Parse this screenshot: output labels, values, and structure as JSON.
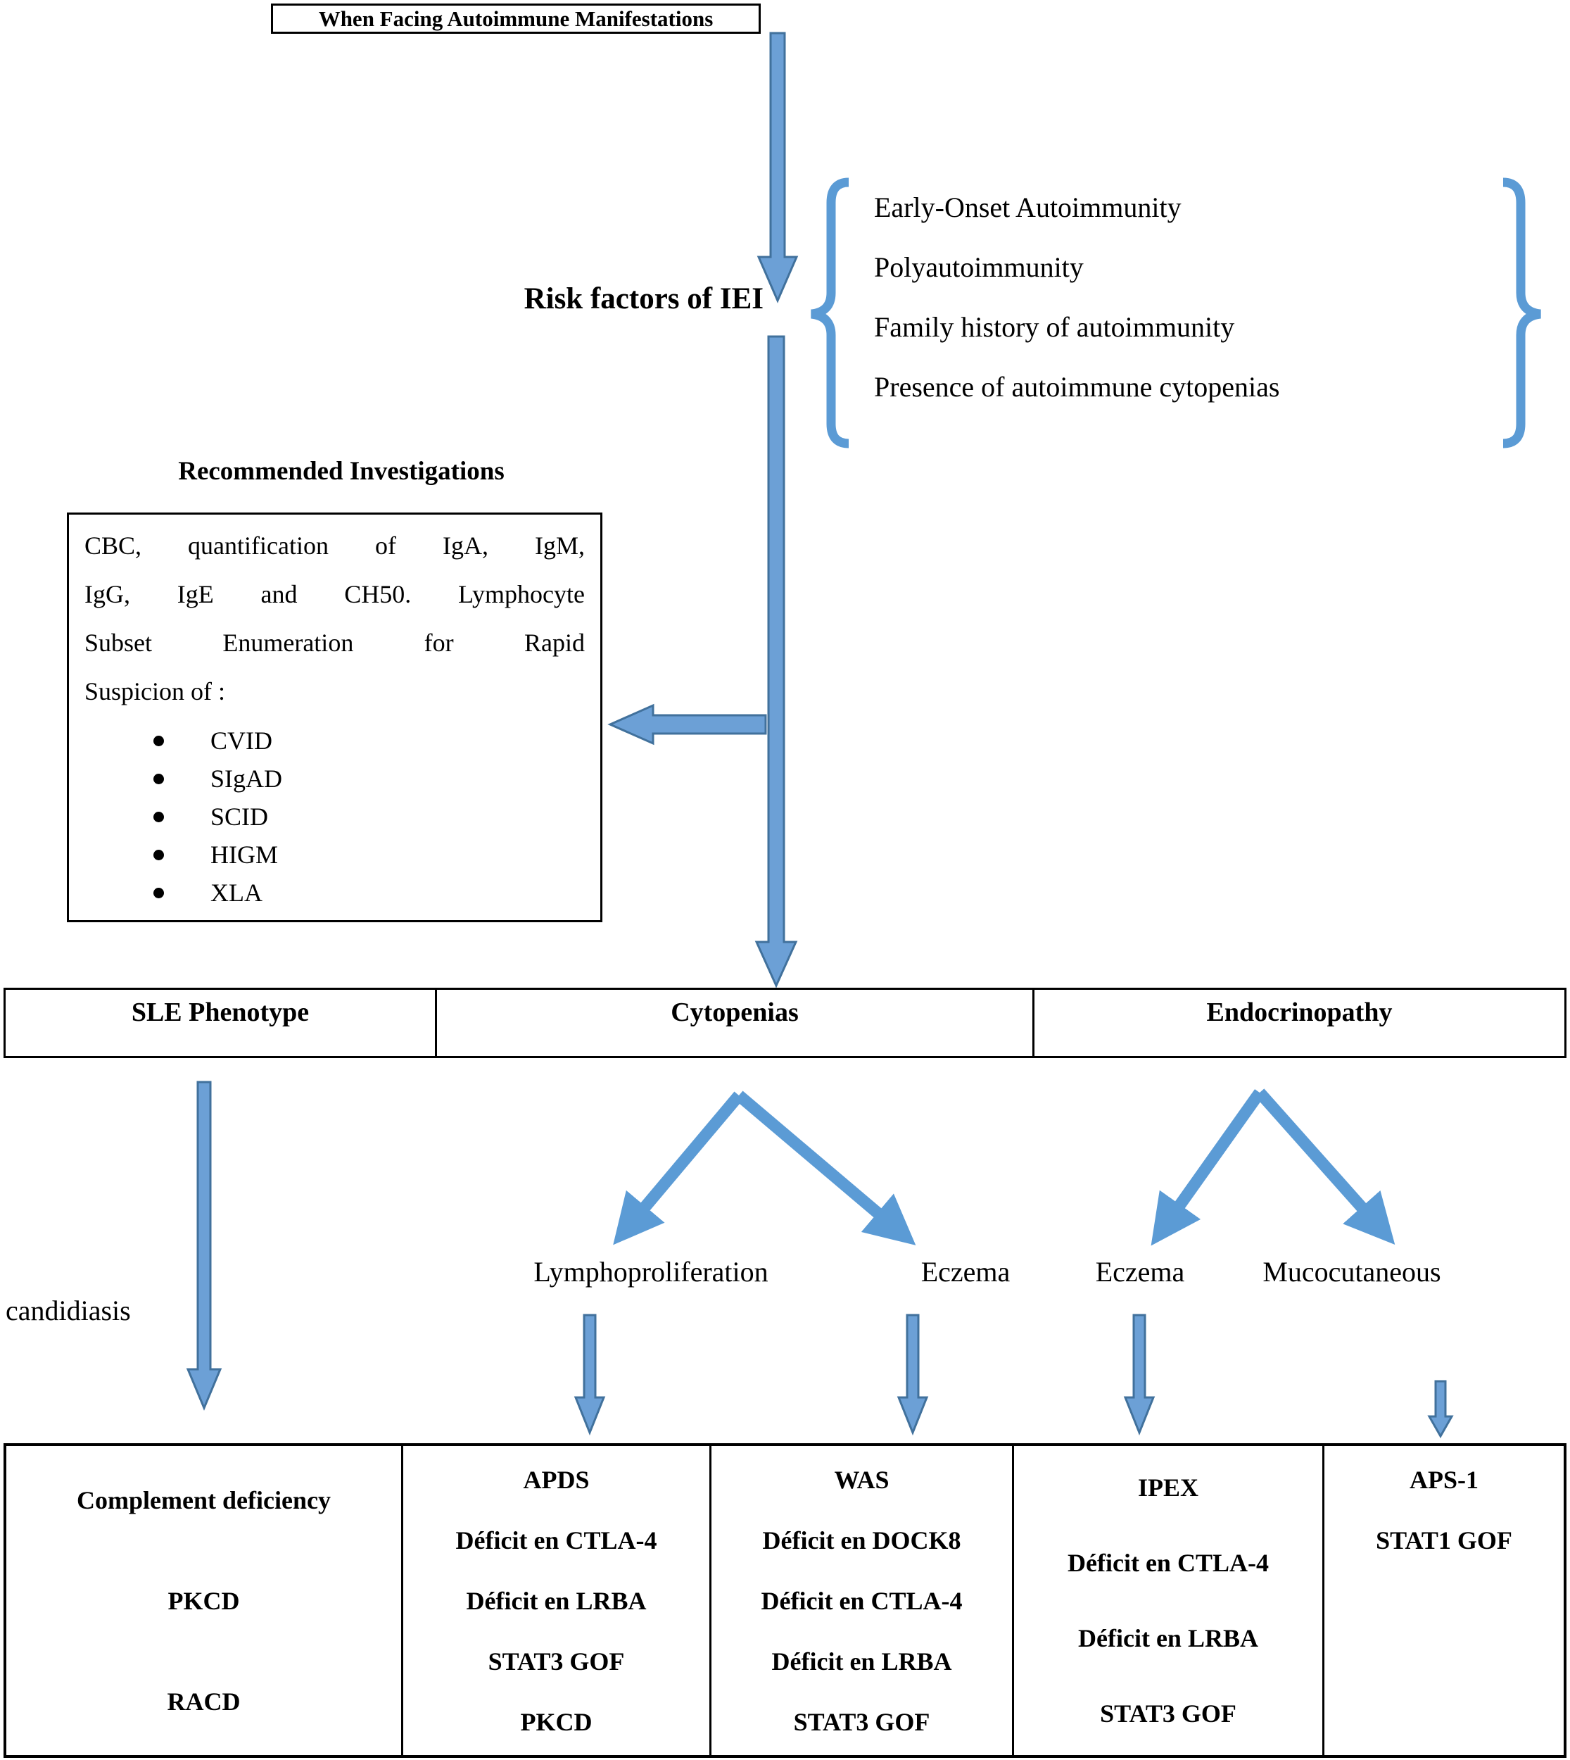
{
  "title": "When Facing Autoimmune Manifestations",
  "risk": {
    "label": "Risk factors of IEI",
    "factors": [
      "Early-Onset Autoimmunity",
      "Polyautoimmunity",
      "Family history of autoimmunity",
      "Presence of autoimmune cytopenias"
    ]
  },
  "investigations": {
    "heading": "Recommended Investigations",
    "lines": [
      "CBC, quantification of IgA, IgM,",
      "IgG, IgE and CH50. Lymphocyte",
      "Subset Enumeration for Rapid",
      "Suspicion of :"
    ],
    "bullets": [
      "CVID",
      "SIgAD",
      "SCID",
      "HIGM",
      "XLA"
    ]
  },
  "categories": [
    "SLE Phenotype",
    "Cytopenias",
    "Endocrinopathy"
  ],
  "branches": {
    "candidiasis": "candidiasis",
    "lymphoproliferation": "Lymphoproliferation",
    "eczema_cytopenias": "Eczema",
    "eczema_endocrinopathy": "Eczema",
    "mucocutaneous": "Mucocutaneous"
  },
  "outcomes": [
    {
      "entries": [
        "Complement deficiency",
        "PKCD",
        "RACD"
      ]
    },
    {
      "entries": [
        "APDS",
        "Déficit en CTLA-4",
        "Déficit en LRBA",
        "STAT3 GOF",
        "PKCD"
      ]
    },
    {
      "entries": [
        "WAS",
        "Déficit en DOCK8",
        "Déficit en CTLA-4",
        "Déficit en LRBA",
        "STAT3 GOF"
      ]
    },
    {
      "entries": [
        "IPEX",
        "Déficit en CTLA-4",
        "Déficit en LRBA",
        "STAT3 GOF"
      ]
    },
    {
      "entries": [
        "APS-1",
        "STAT1 GOF"
      ]
    }
  ],
  "colors": {
    "accent": "#5B9BD5",
    "arrow_fill": "#6CA0D6",
    "arrow_stroke": "#41719C"
  }
}
